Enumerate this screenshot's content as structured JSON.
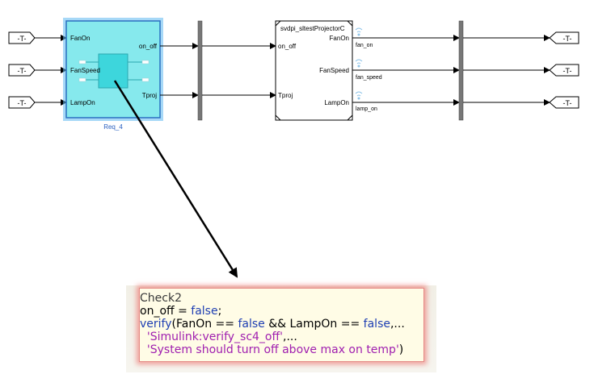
{
  "ports": {
    "goto_tag": "-T-",
    "from_tag": "-T-"
  },
  "req_block": {
    "name": "Req_4",
    "inputs": [
      "FanOn",
      "FanSpeed",
      "LampOn"
    ],
    "outputs": [
      "on_off",
      "Tproj"
    ]
  },
  "system_block": {
    "name": "svdpi_sltestProjectorC",
    "inputs": [
      "on_off",
      "Tproj"
    ],
    "outputs": [
      "FanOn",
      "FanSpeed",
      "LampOn"
    ]
  },
  "signals": {
    "fan_on": "fan_on",
    "fan_speed": "fan_speed",
    "lamp_on": "lamp_on"
  },
  "annotation": {
    "title": "Check2",
    "line1_a": "on_off = ",
    "line1_b": "false",
    "line1_c": ";",
    "line2_a": "verify",
    "line2_b": "(FanOn == ",
    "line2_c": "false",
    "line2_d": " && LampOn == ",
    "line2_e": "false",
    "line2_f": ",...",
    "line3_indent": "  ",
    "line3_str": "'Simulink:verify_sc4_off'",
    "line3_tail": ",...",
    "line4_indent": "  ",
    "line4_str": "'System should turn off above max on temp'",
    "line4_tail": ")"
  },
  "colors": {
    "req_fill": "#86e9ed",
    "req_border": "#4aa0e0",
    "req_inner": "#3dd6dc",
    "bus_bar": "#777777",
    "highlight": "#e5605c",
    "keyword": "#1f3fb3",
    "string": "#a020b0"
  }
}
